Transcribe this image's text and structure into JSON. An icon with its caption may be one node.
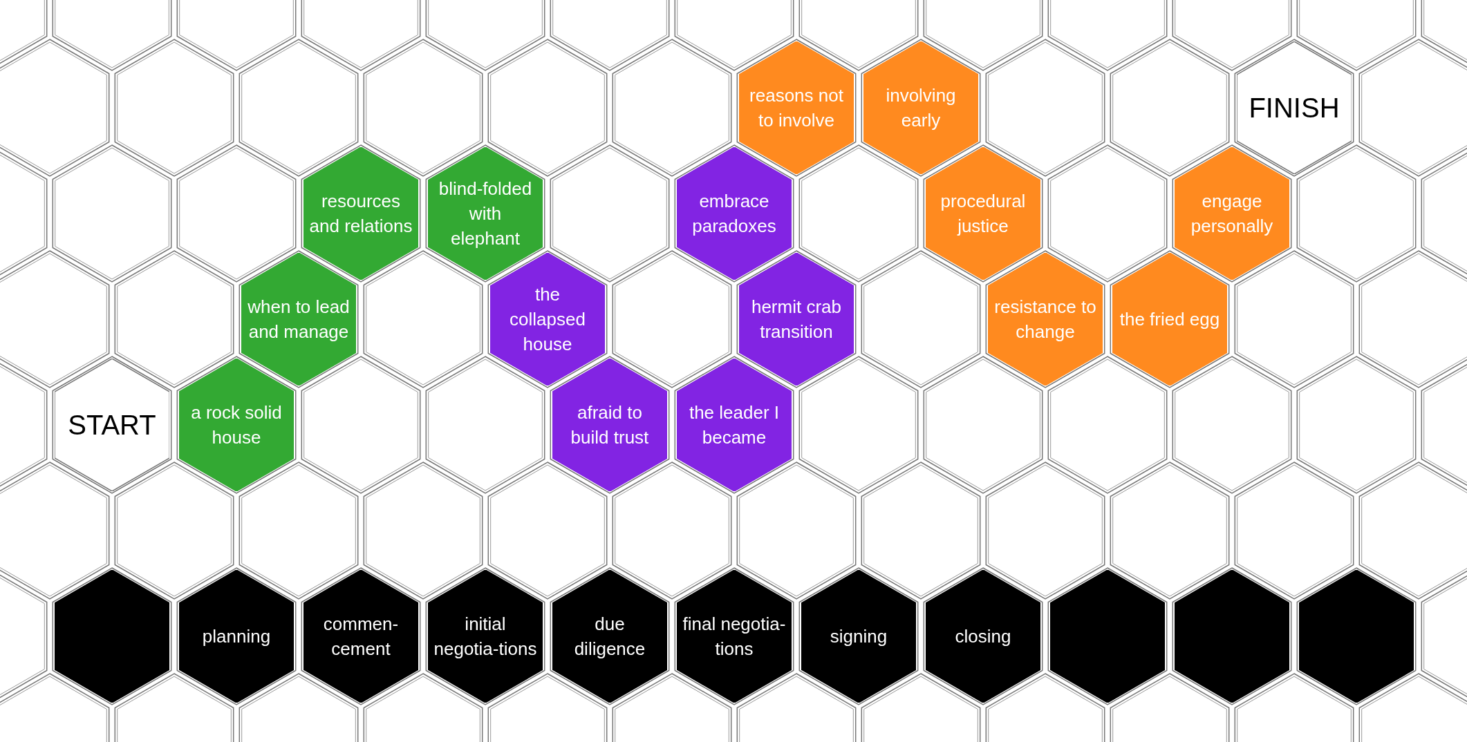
{
  "diagram": {
    "nodes": [
      {
        "text": [
          "reasons not to involve"
        ]
      },
      {
        "text": [
          "involving early"
        ]
      },
      {
        "text": [
          "FINISH"
        ]
      },
      {
        "text": [
          "resources and relations"
        ]
      },
      {
        "text": [
          "blind-folded with elephant"
        ]
      },
      {
        "text": [
          "embrace paradoxes"
        ]
      },
      {
        "text": [
          "procedural justice"
        ]
      },
      {
        "text": [
          "engage personally"
        ]
      },
      {
        "text": [
          "when to lead and manage"
        ]
      },
      {
        "text": [
          "the collapsed house"
        ]
      },
      {
        "text": [
          "hermit crab transition"
        ]
      },
      {
        "text": [
          "resistance to change"
        ]
      },
      {
        "text": [
          "the fried egg"
        ]
      },
      {
        "text": [
          "START"
        ]
      },
      {
        "text": [
          "a rock solid house"
        ]
      },
      {
        "text": [
          "afraid to build trust"
        ]
      },
      {
        "text": [
          "the leader I became"
        ]
      },
      {
        "text": [],
        "shape": "hexagon"
      },
      {
        "text": [
          "planning"
        ]
      },
      {
        "text": [
          "commen-cement"
        ]
      },
      {
        "text": [
          "initial negotia-tions"
        ]
      },
      {
        "text": [
          "due diligence"
        ]
      },
      {
        "text": [
          "final negotia-tions"
        ]
      },
      {
        "text": [
          "signing"
        ]
      },
      {
        "text": [
          "closing"
        ]
      },
      {
        "text": [],
        "shape": "hexagon"
      },
      {
        "text": [],
        "shape": "hexagon"
      },
      {
        "text": [],
        "shape": "hexagon"
      }
    ]
  }
}
